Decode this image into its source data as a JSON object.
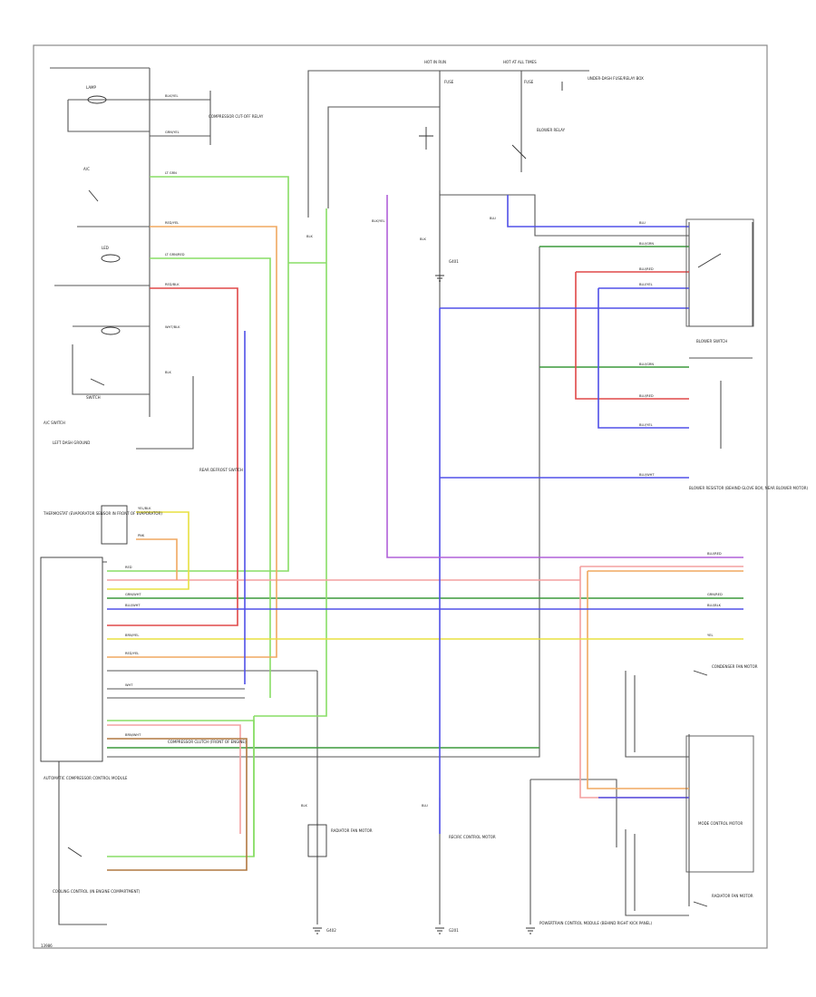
{
  "diagram": {
    "footer_code": "13986",
    "title": "",
    "labels": {
      "hot_in_run": "HOT IN RUN",
      "hot_at_all_times": "HOT AT ALL TIMES",
      "fuse_a": "FUSE",
      "fuse_b": "FUSE",
      "under_dash_box": "UNDER-DASH FUSE/RELAY BOX",
      "blower_relay": "BLOWER RELAY",
      "blower_switch": "BLOWER SWITCH",
      "blower_resistor": "BLOWER RESISTOR (BEHIND GLOVE BOX, NEAR BLOWER MOTOR)",
      "compressor_clutch": "COMPRESSOR CLUTCH (FRONT OF ENGINE)",
      "ac_switch": "A/C SWITCH",
      "ac_switch_lamp": "LAMP",
      "ac_switch_led": "LED",
      "ac_switch_a_c": "A/C",
      "ac_switch_switch": "SWITCH",
      "left_dash_ground": "LEFT DASH GROUND",
      "rear_defrost": "REAR DEFROST SWITCH",
      "thermostat": "THERMOSTAT (EVAPORATOR SENSOR IN FRONT OF EVAPORATOR)",
      "mode_control": "MODE CONTROL MOTOR",
      "recirc_control": "RECIRC CONTROL MOTOR",
      "radiator_fan": "RADIATOR FAN MOTOR",
      "condenser_fan": "CONDENSER FAN MOTOR",
      "ecm": "AUTOMATIC COMPRESSOR CONTROL MODULE",
      "pcm": "POWERTRAIN CONTROL MODULE (BEHIND RIGHT KICK PANEL)",
      "cooling_control": "COOLING CONTROL (IN ENGINE COMPARTMENT)",
      "ground_g401": "G401",
      "ground_g402": "G402",
      "ground_g201": "G201",
      "compressor_cutoff": "COMPRESSOR CUT-OFF RELAY"
    },
    "wire_labels": {
      "blk_yel": "BLK/YEL",
      "grn_yel": "GRN/YEL",
      "red": "RED",
      "red_yel": "RED/YEL",
      "lt_grn": "LT GRN",
      "yel": "YEL",
      "blu": "BLU",
      "blu_red": "BLU/RED",
      "blu_wht": "BLU/WHT",
      "blu_blk": "BLU/BLK",
      "blu_grn": "BLU/GRN",
      "blu_yel": "BLU/YEL",
      "grn_wht": "GRN/WHT",
      "grn_red": "GRN/RED",
      "blk": "BLK",
      "wht": "WHT",
      "yel_blk": "YEL/BLK",
      "red_blk": "RED/BLK",
      "lt_grn_red": "LT GRN/RED",
      "brn_wht": "BRN/WHT",
      "brn_yel": "BRN/YEL",
      "wht_blk": "WHT/BLK",
      "pnk": "PNK"
    }
  },
  "colors": {
    "frame": "#888888",
    "wire_black": "#444444",
    "wire_green": "#3c9a3c",
    "wire_lightgreen": "#88dd66",
    "wire_red": "#e04848",
    "wire_pink": "#f4a0a0",
    "wire_orange": "#f0a860",
    "wire_yellow": "#e8e040",
    "wire_blue": "#5050e8",
    "wire_violet": "#b060d8",
    "wire_brown": "#b07840"
  }
}
